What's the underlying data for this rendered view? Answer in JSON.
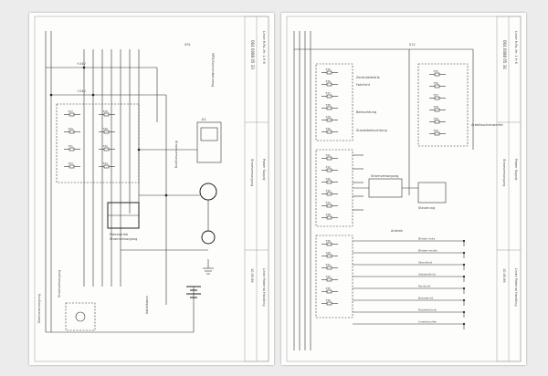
{
  "left_sheet": {
    "fuse_labels": [
      "-F27",
      "-F28",
      "-F29",
      "-F30",
      "-F31",
      "-F32",
      "-F33",
      "-F34"
    ],
    "labels": {
      "wire_a": "+24V",
      "wire_b": "+24V",
      "drive_top": "Fahrantrieb",
      "drive_bottom": "Stromversorgung",
      "k1": "-K1",
      "x31": "X31",
      "note": "MPS/Sonnenfahrzeug",
      "transformer": "Stromversorgung"
    },
    "side_labels": [
      "Elektroversorgung",
      "Stromversorgung",
      "Kabelbaum"
    ],
    "title_block": {
      "drawing_no": "064 0088 05 33",
      "model": "Linde H.Fa.-Hr. 1 H 6",
      "title": "Stromversorgung",
      "subtitle": "Power Supply",
      "sheet": "10.05.96",
      "stamp": "Linde Material Handling"
    }
  },
  "right_sheet": {
    "fuse_labels": [
      "-F35",
      "-F36",
      "-F37",
      "-F38",
      "-F39",
      "-F40",
      "-F41",
      "-F42"
    ],
    "labels": {
      "sheet_ref": "S12",
      "vehicle_light": "Fahrlicht",
      "bracket_note": "Zentralelektrik",
      "light": "Beleuchtung",
      "extra": "Zusatzbeleuchtung",
      "group_power": "Stromversorgung",
      "group_ctrl": "Steuerung",
      "group_drive": "Antrieb",
      "relay_note": "Arbeitsscheinwerfer"
    },
    "output_labels": [
      "Blinker links",
      "Blinker rechts",
      "Standlicht",
      "Abblendlicht",
      "Fernlicht",
      "Bremslicht",
      "Rückfahrlicht",
      "Innenleuchte"
    ],
    "title_block": {
      "drawing_no": "064 0088 05 34",
      "model": "Linde H.Fa.-Hr. 1 H 6",
      "title": "Stromversorgung",
      "subtitle": "Power Supply",
      "sheet": "10.05.96",
      "stamp": "Linde Material Handling"
    }
  },
  "colors": {
    "paper": "#fdfdfb",
    "ink": "#333333",
    "background": "#ececec"
  }
}
